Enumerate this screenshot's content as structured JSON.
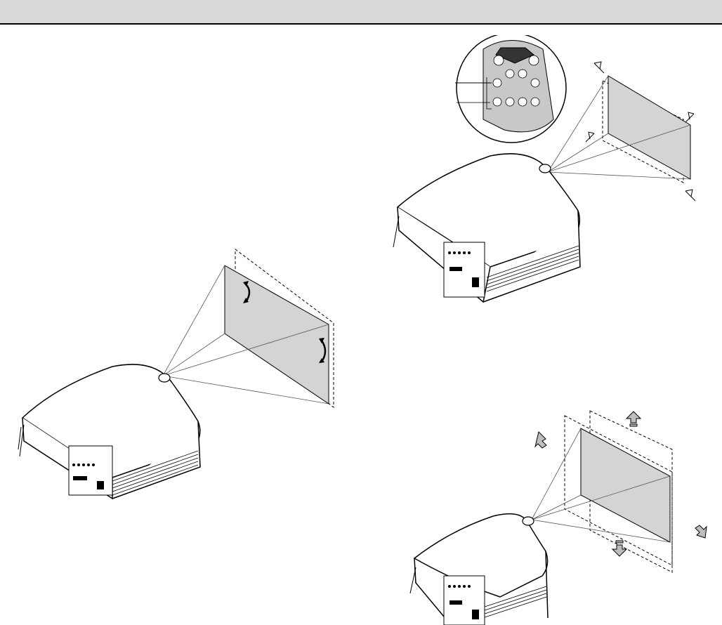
{
  "page": {
    "header_title": ""
  },
  "figures": [
    {
      "id": "keystone-adjust",
      "description_icon": "projector-keystone-tilt"
    },
    {
      "id": "remote-keystone",
      "description_icon": "projector-remote-corner-adjust"
    },
    {
      "id": "image-shift",
      "description_icon": "projector-image-shift"
    }
  ],
  "colors": {
    "header": "#d9d9d9",
    "screen_fill": "#d4d4d4",
    "line": "#000000",
    "arrow_fill": "#bdbdbd"
  }
}
